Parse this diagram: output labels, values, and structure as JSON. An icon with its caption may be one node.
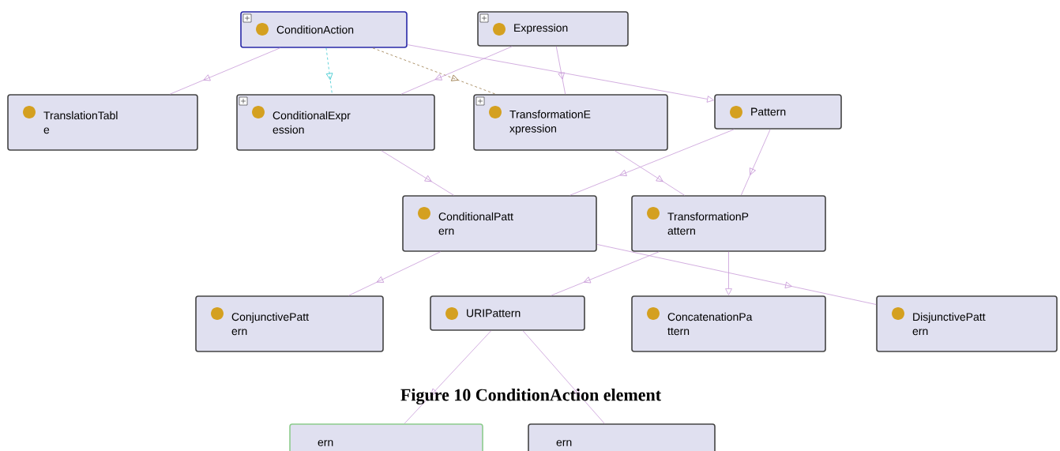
{
  "diagram": {
    "caption": "Figure 10 ConditionAction element",
    "nodes": [
      {
        "text": [
          "ConditionAction"
        ]
      },
      {
        "text": [
          "Expression"
        ]
      },
      {
        "text": [
          "TranslationTabl e"
        ]
      },
      {
        "text": [
          "ConditionalExpr ession"
        ]
      },
      {
        "text": [
          "TransformationE xpression"
        ]
      },
      {
        "text": [
          "Pattern"
        ]
      },
      {
        "text": [
          "ConditionalPatt ern"
        ]
      },
      {
        "text": [
          "TransformationP attern"
        ]
      },
      {
        "text": [
          "ConjunctivePatt ern"
        ]
      },
      {
        "text": [
          "URIPattern"
        ]
      },
      {
        "text": [
          "ConcatenationPa ttern"
        ]
      },
      {
        "text": [
          "DisjunctivePatt ern"
        ]
      },
      {
        "text": [
          "ern"
        ]
      },
      {
        "text": [
          "ern"
        ]
      }
    ],
    "edges": [
      {
        "from": 0,
        "to": 2,
        "arrow": "to"
      },
      {
        "from": 0,
        "to": 3,
        "arrow": "to",
        "style": "dashed",
        "color": "#3cc8d0"
      },
      {
        "from": 0,
        "to": 4,
        "arrow": "to",
        "style": "dashed",
        "color": "#9b7b4a"
      },
      {
        "from": 1,
        "to": 3,
        "arrow": "to"
      },
      {
        "from": 1,
        "to": 4,
        "arrow": "to"
      },
      {
        "from": 0,
        "to": 5,
        "arrow": "to"
      },
      {
        "from": 3,
        "to": 6,
        "arrow": "to"
      },
      {
        "from": 4,
        "to": 7,
        "arrow": "to"
      },
      {
        "from": 5,
        "to": 6,
        "arrow": "to"
      },
      {
        "from": 5,
        "to": 7,
        "arrow": "to"
      },
      {
        "from": 6,
        "to": 8,
        "arrow": "to"
      },
      {
        "from": 6,
        "to": 11,
        "arrow": "to"
      },
      {
        "from": 7,
        "to": 9,
        "arrow": "to"
      },
      {
        "from": 7,
        "to": 10,
        "arrow": "to"
      },
      {
        "from": 9,
        "to": 12,
        "arrow": "to"
      },
      {
        "from": 9,
        "to": 13,
        "arrow": "to"
      }
    ]
  }
}
